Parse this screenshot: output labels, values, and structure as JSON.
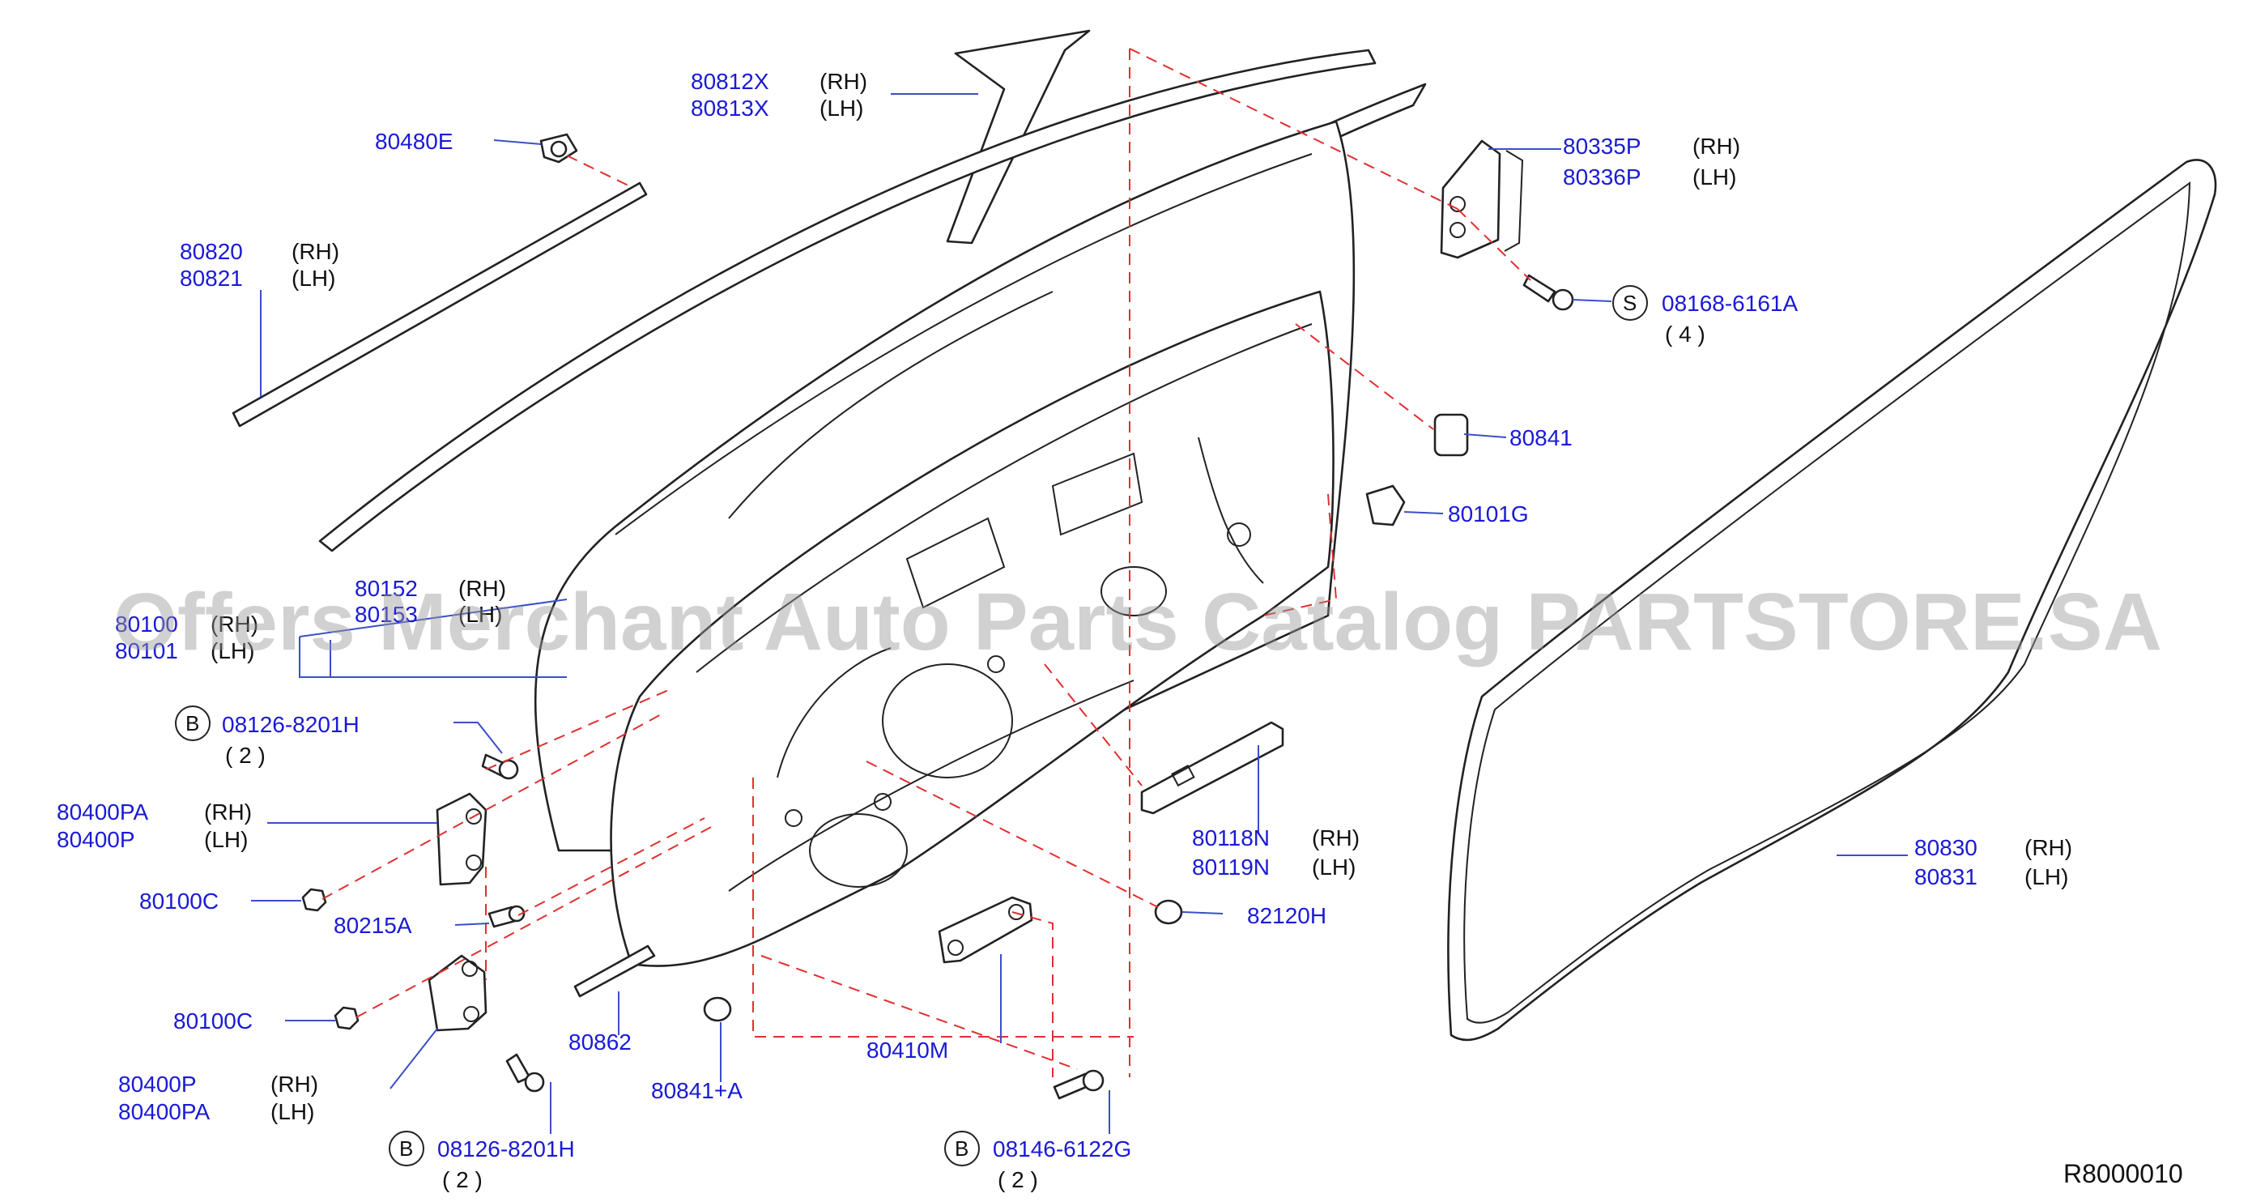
{
  "parts": {
    "p80812X": "80812X",
    "p80812X_side": "(RH)",
    "p80813X": "80813X",
    "p80813X_side": "(LH)",
    "p80480E": "80480E",
    "p80820": "80820",
    "p80820_side": "(RH)",
    "p80821": "80821",
    "p80821_side": "(LH)",
    "p80335P": "80335P",
    "p80335P_side": "(RH)",
    "p80336P": "80336P",
    "p80336P_side": "(LH)",
    "p08168": "08168-6161A",
    "p08168_qty": "( 4 )",
    "p08168_circle": "S",
    "p80841": "80841",
    "p80101G": "80101G",
    "p80152": "80152",
    "p80152_side": "(RH)",
    "p80153": "80153",
    "p80153_side": "(LH)",
    "p80100": "80100",
    "p80100_side": "(RH)",
    "p80101": "80101",
    "p80101_side": "(LH)",
    "p08126a": "08126-8201H",
    "p08126a_qty": "( 2 )",
    "p08126a_circle": "B",
    "p80400PA_top": "80400PA",
    "p80400PA_top_side": "(RH)",
    "p80400P_top": "80400P",
    "p80400P_top_side": "(LH)",
    "p80100C_a": "80100C",
    "p80215A": "80215A",
    "p80100C_b": "80100C",
    "p80862": "80862",
    "p80400P_bot": "80400P",
    "p80400P_bot_side": "(RH)",
    "p80400PA_bot": "80400PA",
    "p80400PA_bot_side": "(LH)",
    "p08126b": "08126-8201H",
    "p08126b_qty": "( 2 )",
    "p08126b_circle": "B",
    "p80841A": "80841+A",
    "p80410M": "80410M",
    "p08146": "08146-6122G",
    "p08146_qty": "( 2 )",
    "p08146_circle": "B",
    "p82120H": "82120H",
    "p80118N": "80118N",
    "p80118N_side": "(RH)",
    "p80119N": "80119N",
    "p80119N_side": "(LH)",
    "p80830": "80830",
    "p80830_side": "(RH)",
    "p80831": "80831",
    "p80831_side": "(LH)"
  },
  "watermark": "Offers Merchant Auto Parts Catalog PARTSTORE.SA",
  "reference": "R8000010",
  "colors": {
    "label": "#1a1ad6",
    "leader": "#3a4fc8",
    "dashed": "#e03030",
    "line": "#222222"
  }
}
